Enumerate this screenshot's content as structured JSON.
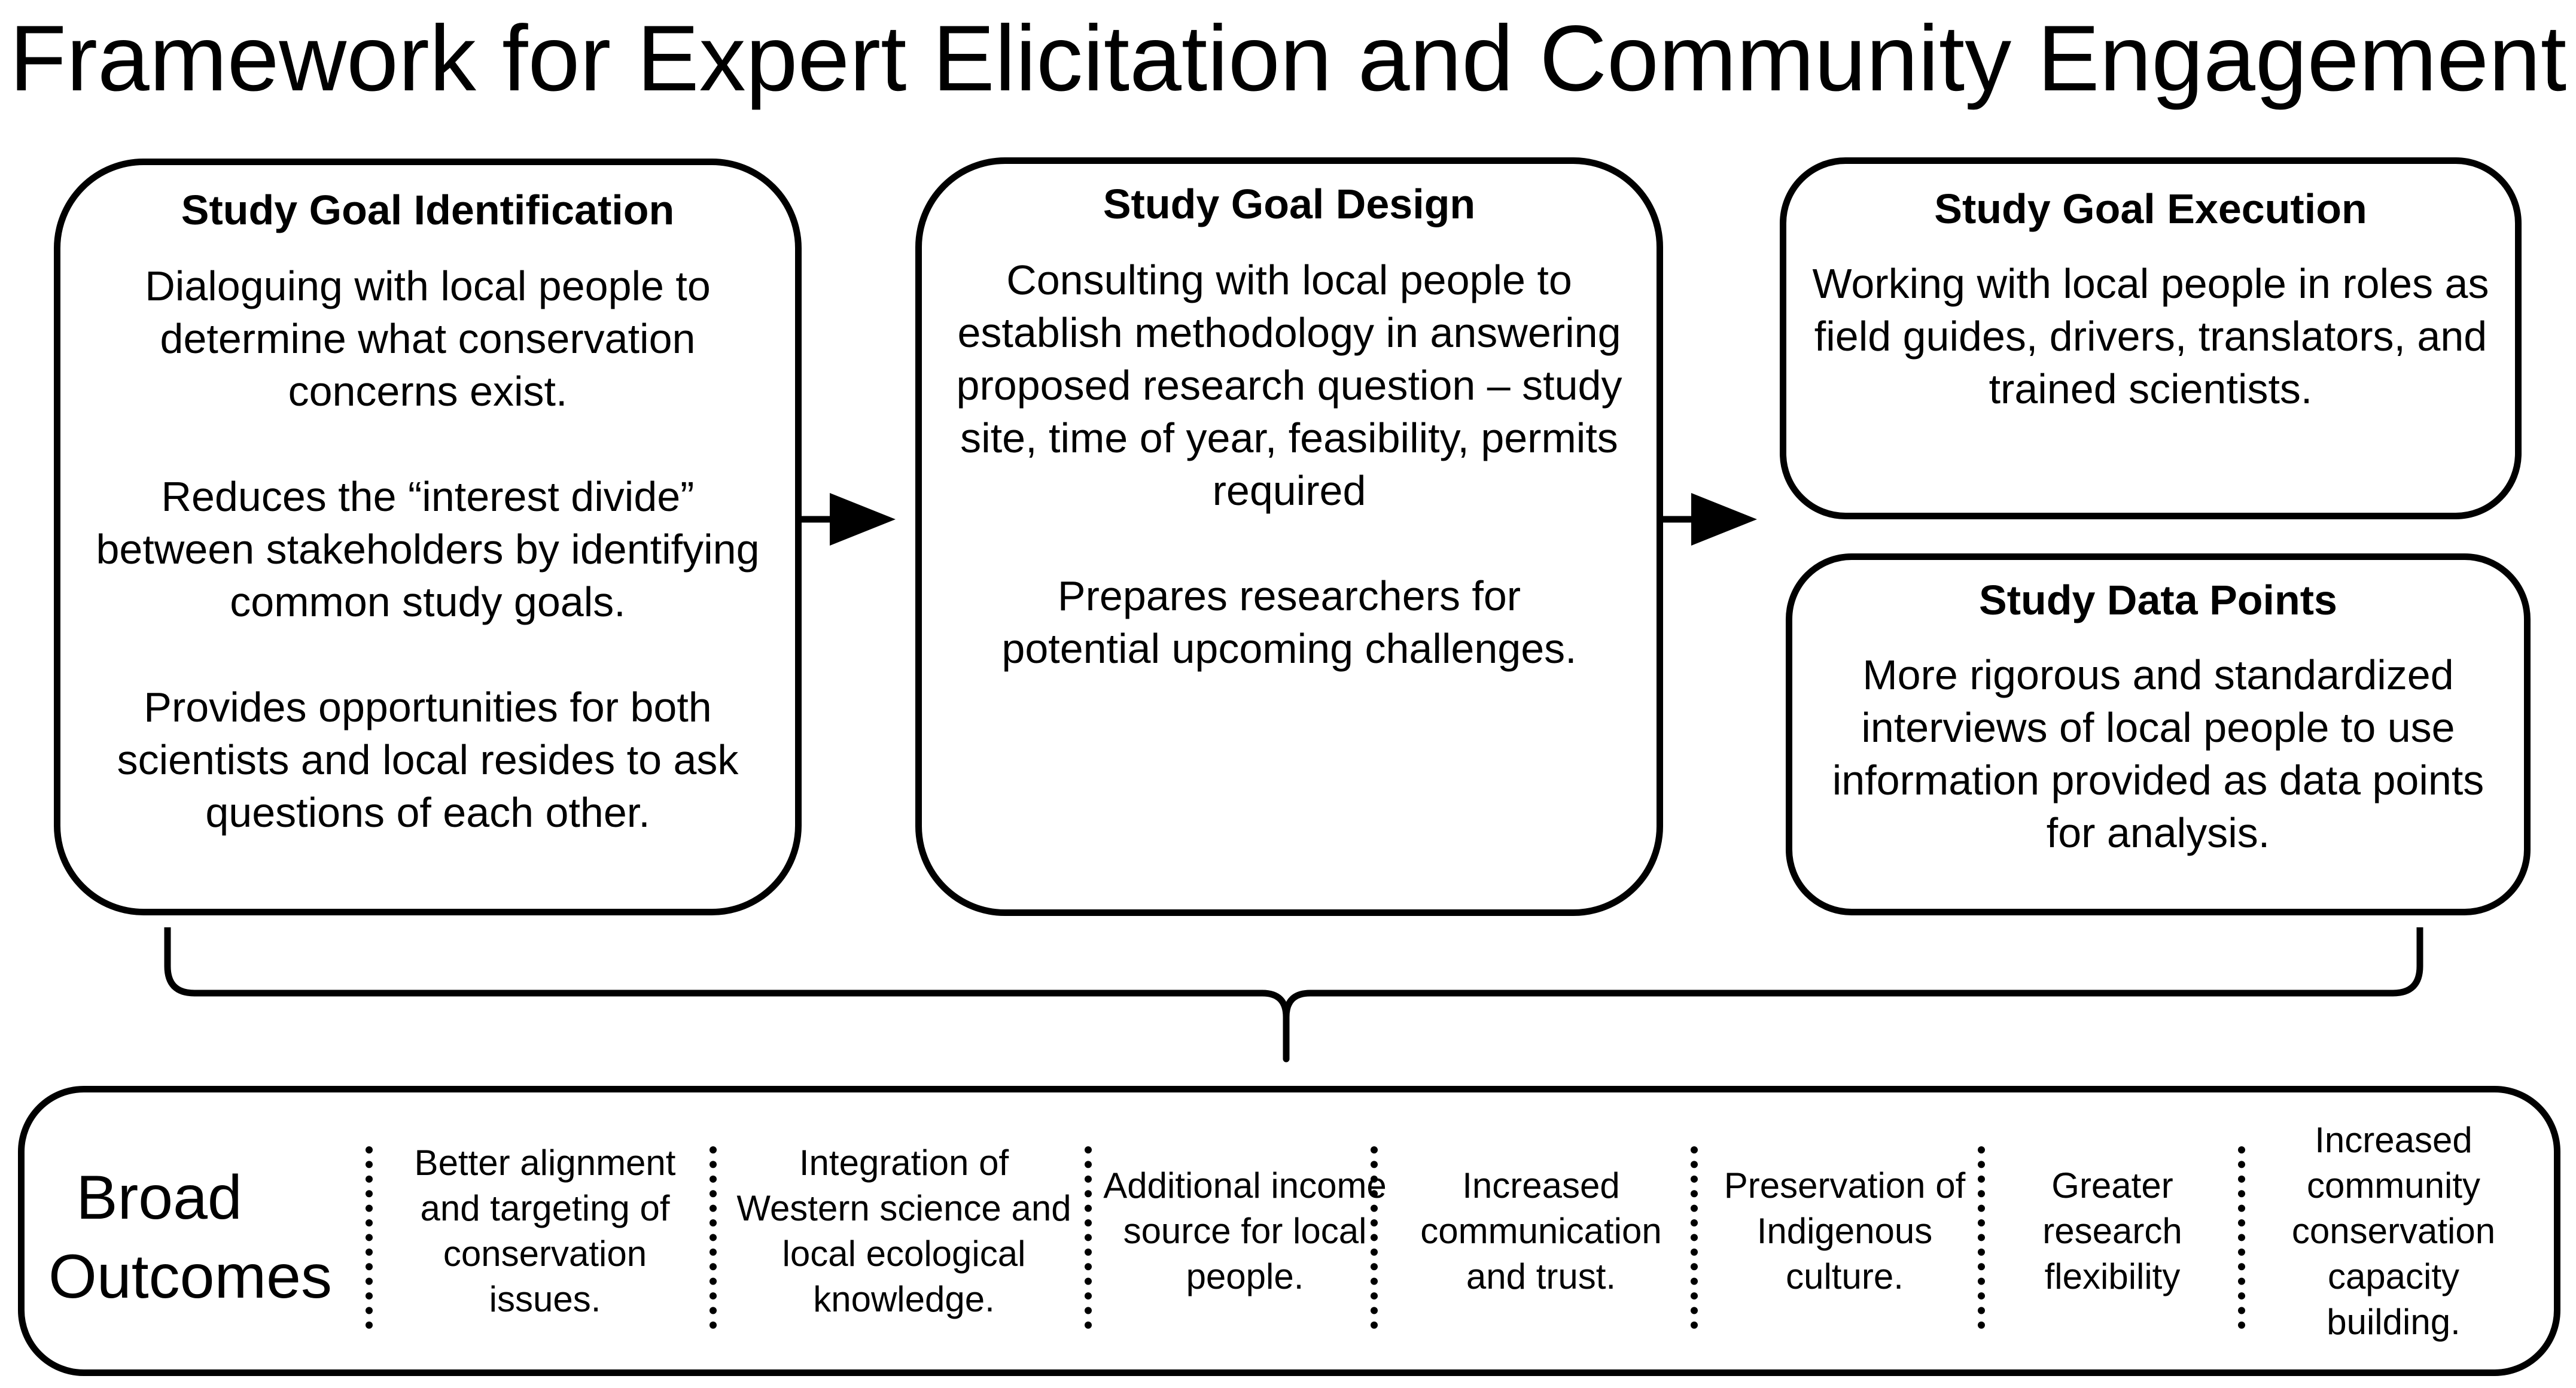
{
  "title": "Framework for Expert Elicitation and Community Engagement",
  "stages": [
    {
      "title": "Study Goal Identification",
      "paragraphs": [
        "Dialoguing with local people to determine what conservation concerns exist.",
        "Reduces the “interest divide” between stakeholders by identifying common study goals.",
        "Provides opportunities for both scientists and local resides to ask questions of each other."
      ]
    },
    {
      "title": "Study Goal Design",
      "paragraphs": [
        "Consulting with local people to establish methodology in answering proposed research question – study site, time of year, feasibility, permits required",
        "Prepares researchers for potential upcoming challenges."
      ]
    },
    {
      "title": "Study Goal Execution",
      "paragraphs": [
        "Working with local people in roles as field guides, drivers, translators, and trained scientists."
      ]
    },
    {
      "title": "Study Data Points",
      "paragraphs": [
        "More rigorous and standardized interviews of local people to use information provided as data points for analysis."
      ]
    }
  ],
  "outcomes": {
    "label": "Broad Outcomes",
    "items": [
      "Better alignment and targeting of conservation issues.",
      "Integration of Western science and local ecological knowledge.",
      "Additional income source for local people.",
      "Increased communication and trust.",
      "Preservation of Indigenous culture.",
      "Greater research flexibility",
      "Increased community conservation capacity building."
    ]
  }
}
